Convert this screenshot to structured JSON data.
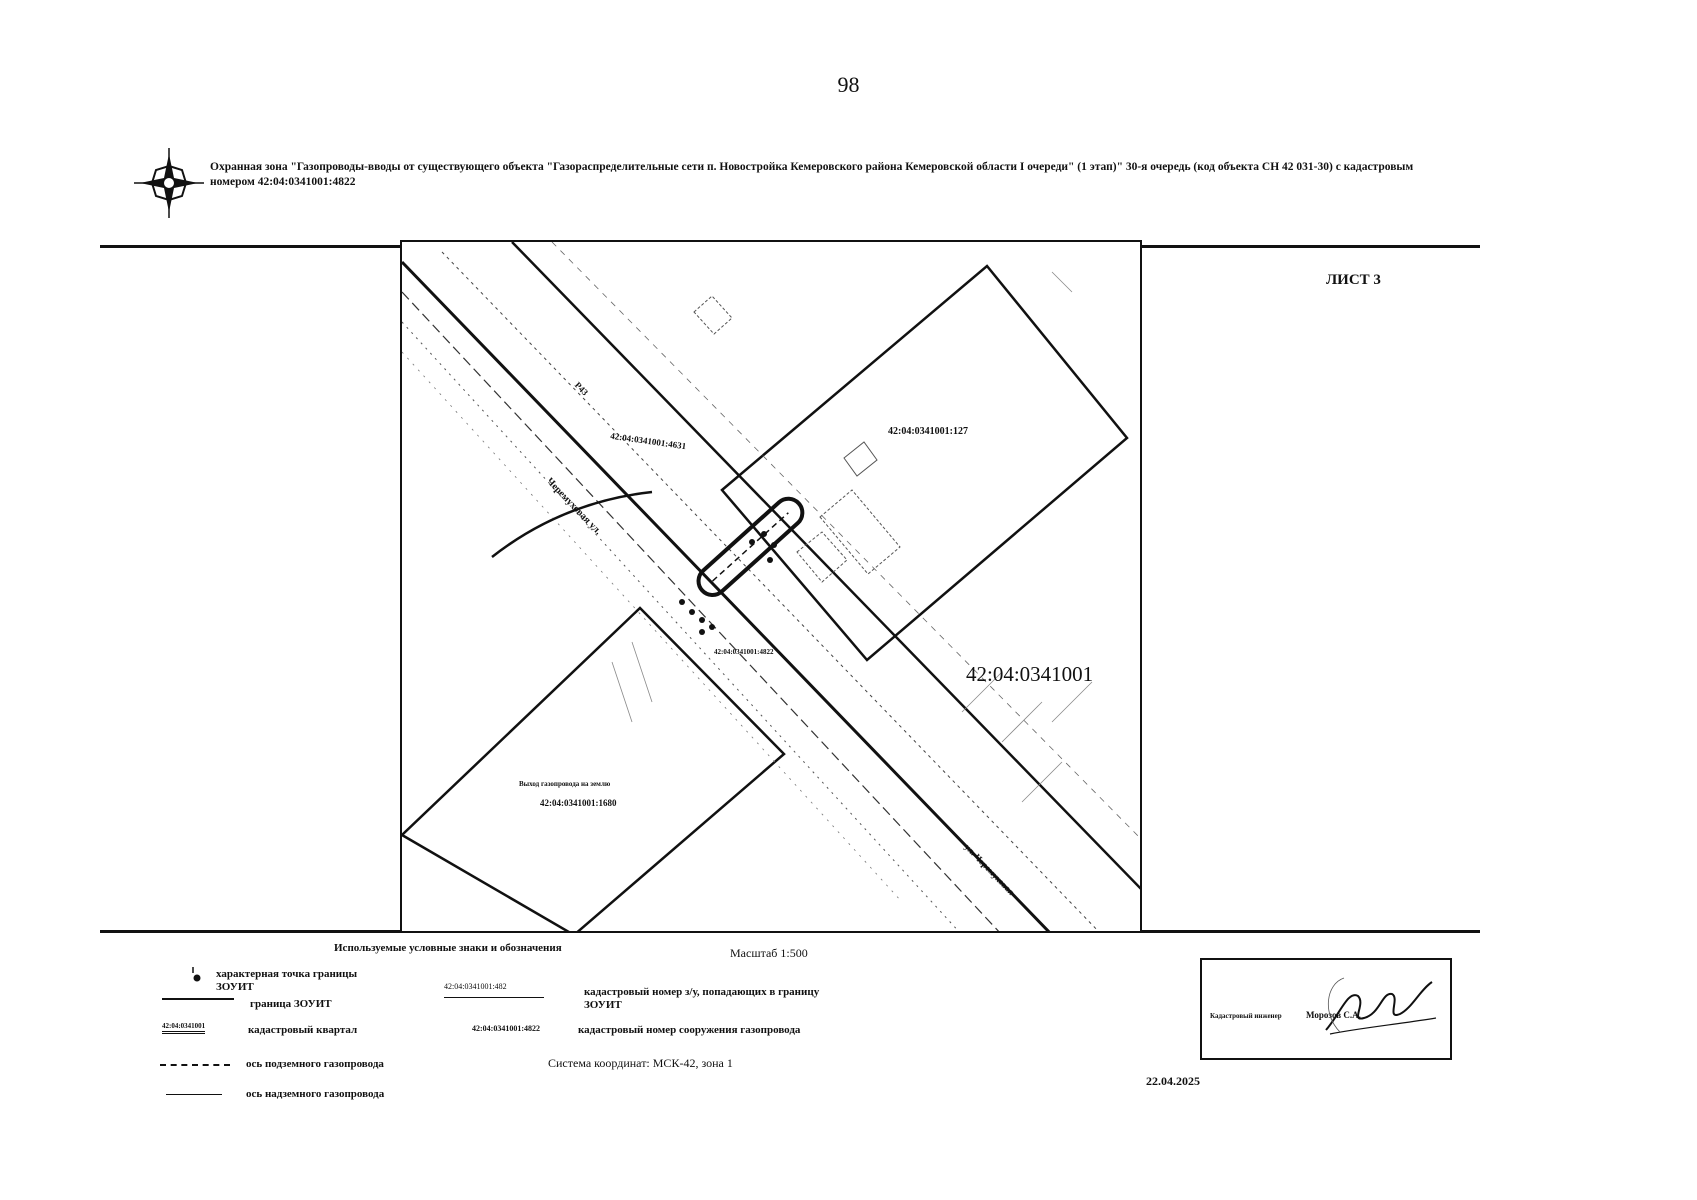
{
  "page_number": "98",
  "header": {
    "title": "Охранная зона \"Газопроводы-вводы от существующего объекта \"Газораспределительные сети п. Новостройка Кемеровского района Кемеровской области I очереди\" (1 этап)\" 30-я очередь (код объекта СН 42 031-30) с кадастровым номером 42:04:0341001:4822",
    "sheet": "ЛИСТ 3"
  },
  "map": {
    "quarter_label": "42:04:0341001",
    "parcel_top": "42:04:0341001:127",
    "parcel_bottom": "42:04:0341001:1680",
    "parcel_bottom_caption": "Выход газопровода на землю",
    "road_parcel": "42:04:0341001:4631",
    "street_label": "Черемуховая ул.",
    "street_label_2": "ул. Черемуховая",
    "structure_number": "42:04:0341001:4822",
    "road_tag": "Р43"
  },
  "legend": {
    "heading": "Используемые условные знаки и обозначения",
    "scale": "Масштаб 1:500",
    "items": [
      {
        "label": "характерная точка границы ЗОУИТ"
      },
      {
        "label": "граница ЗОУИТ"
      },
      {
        "label": "кадастровый квартал",
        "sample": "42:04:0341001"
      },
      {
        "label": "ось подземного газопровода"
      },
      {
        "label": "ось надземного газопровода"
      }
    ],
    "parcel_sample": "42:04:0341001:482",
    "parcel_text": "кадастровый номер з/у, попадающих в границу ЗОУИТ",
    "structure_sample": "42:04:0341001:4822",
    "structure_text": "кадастровый номер сооружения газопровода",
    "coord_system": "Система координат: МСК-42, зона 1"
  },
  "stamp": {
    "label": "Кадастровый инженер",
    "name": "Морозов С.А.",
    "date": "22.04.2025"
  }
}
